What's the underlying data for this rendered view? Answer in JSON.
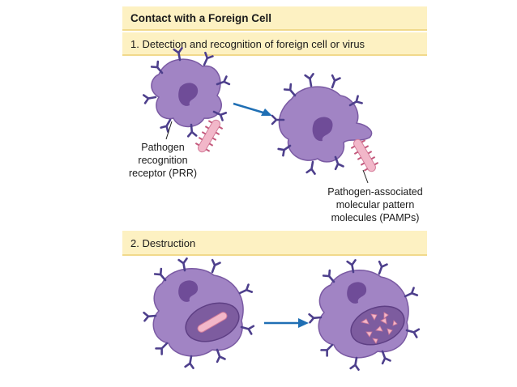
{
  "title": "Contact with a Foreign Cell",
  "step1": "1. Detection and recognition of foreign cell or virus",
  "step2": "2. Destruction",
  "prr_label": [
    "Pathogen",
    "recognition",
    "receptor (PRR)"
  ],
  "pamp_label": [
    "Pathogen-associated",
    "molecular pattern",
    "molecules (PAMPs)"
  ],
  "colors": {
    "banner": "#fdf1c2",
    "cell": "#a184c4",
    "cell_edge": "#7a5aa3",
    "nucleus": "#6f4c98",
    "receptor": "#4d3f8c",
    "pathogen": "#f2b7c9",
    "pathogen_spike": "#c45a7d",
    "arrow": "#1f6fb4"
  },
  "icons": [
    "phagocyte-cell",
    "pathogen-rod",
    "flow-arrow"
  ]
}
